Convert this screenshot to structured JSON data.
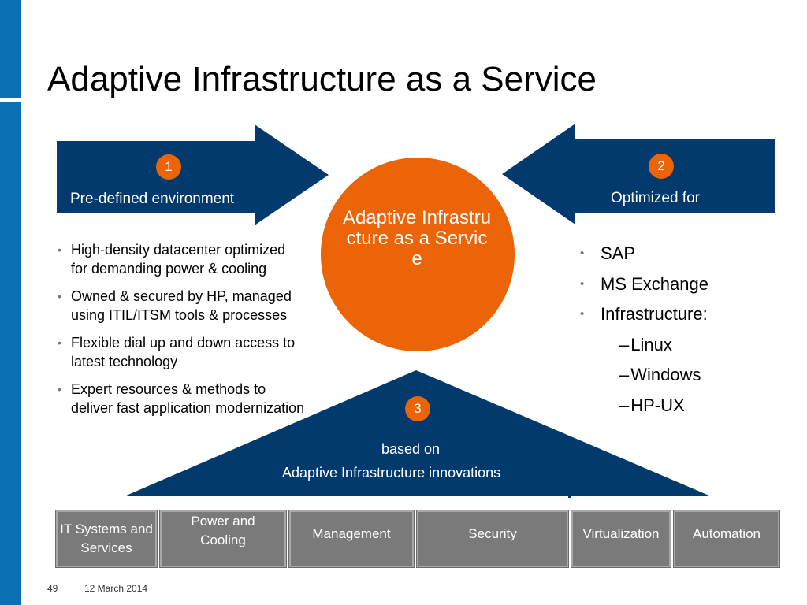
{
  "title": "Adaptive Infrastructure as a Service",
  "colors": {
    "navy": "#023a6d",
    "orange": "#ec6408",
    "sidebar": "#0a6fb3",
    "tile": "#7a7a7a"
  },
  "left_arrow": {
    "number": "1",
    "label": "Pre-defined environment"
  },
  "right_arrow": {
    "number": "2",
    "label": "Optimized for"
  },
  "center_circle": {
    "label": "Adaptive Infrastructure as a Service"
  },
  "triangle": {
    "number": "3",
    "line1": "based on",
    "line2": "Adaptive Infrastructure innovations"
  },
  "left_bullets": [
    "High-density datacenter optimized for demanding power & cooling",
    "Owned & secured by HP, managed using ITIL/ITSM tools & processes",
    "Flexible dial up and down access to latest technology",
    "Expert resources & methods to deliver fast application modernization"
  ],
  "right_bullets": {
    "items": [
      "SAP",
      "MS Exchange",
      "Infrastructure:"
    ],
    "subitems": [
      "Linux",
      "Windows",
      "HP-UX"
    ],
    "dash": "–"
  },
  "tiles": [
    "IT Systems and Services",
    "Power and Cooling",
    "Management",
    "Security",
    "Virtualization",
    "Automation"
  ],
  "footer": {
    "page": "49",
    "date": "12 March 2014"
  }
}
